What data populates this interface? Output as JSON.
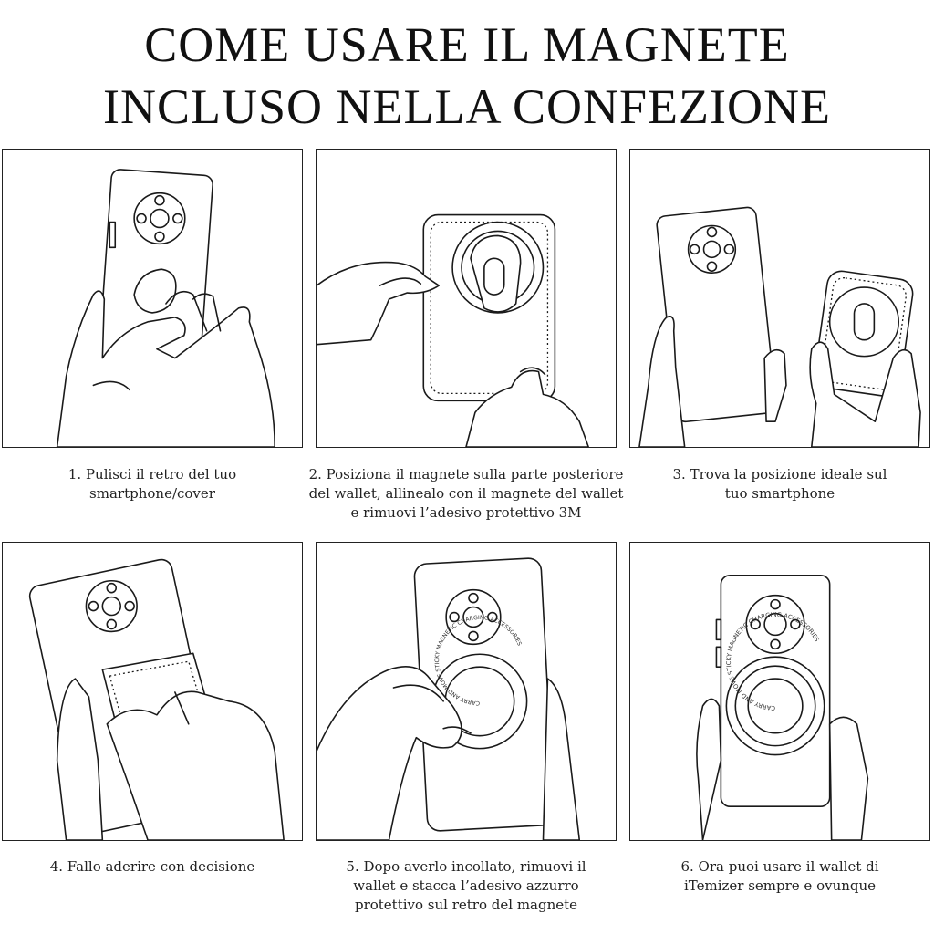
{
  "title": {
    "line1": "COME USARE IL MAGNETE",
    "line2": "INCLUSO NELLA CONFEZIONE"
  },
  "steps": [
    {
      "lines": [
        "1. Pulisci il retro del tuo",
        "smartphone/cover"
      ]
    },
    {
      "lines": [
        "2. Posiziona il magnete sulla parte posteriore",
        "del wallet, allinealo con il magnete del wallet",
        "e rimuovi l’adesivo protettivo 3M"
      ]
    },
    {
      "lines": [
        "3. Trova la posizione ideale sul",
        "tuo smartphone"
      ]
    },
    {
      "lines": [
        "4. Fallo aderire con decisione"
      ]
    },
    {
      "lines": [
        "5. Dopo averlo incollato, rimuovi il",
        "wallet e stacca l’adesivo azzurro",
        "protettivo sul retro del magnete"
      ]
    },
    {
      "lines": [
        "6. Ora puoi usare il wallet di",
        "iTemizer sempre e ovunque"
      ]
    }
  ],
  "ring_text": "CARRY AND MOVE STICKY MAGNETIC CHARGING ACCESSORIES",
  "icons": [
    "phone-illustration",
    "hand-illustration",
    "wallet-illustration",
    "magnet-ring-illustration"
  ]
}
